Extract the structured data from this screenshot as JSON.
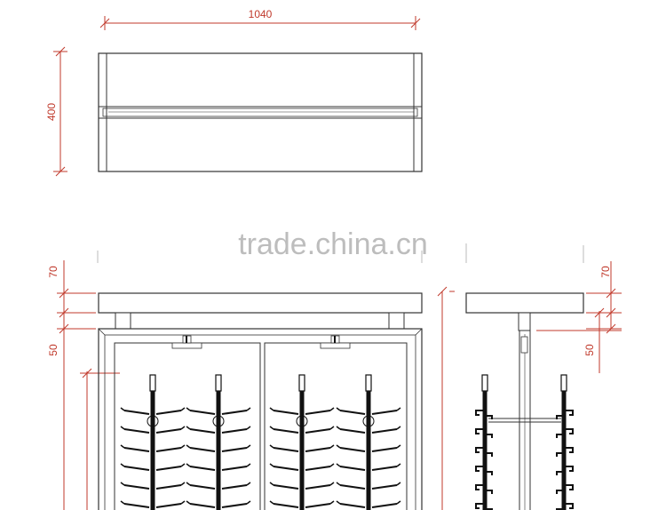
{
  "dimensions": {
    "top_width": "1040",
    "top_depth": "400",
    "front_top_70": "70",
    "front_50": "50",
    "side_top_70": "70",
    "side_50": "50"
  },
  "watermark": "trade.china.cn",
  "colors": {
    "dimension": "#c0392b",
    "line": "#333333",
    "rack": "#111111",
    "watermark": "#bdbdbd"
  }
}
